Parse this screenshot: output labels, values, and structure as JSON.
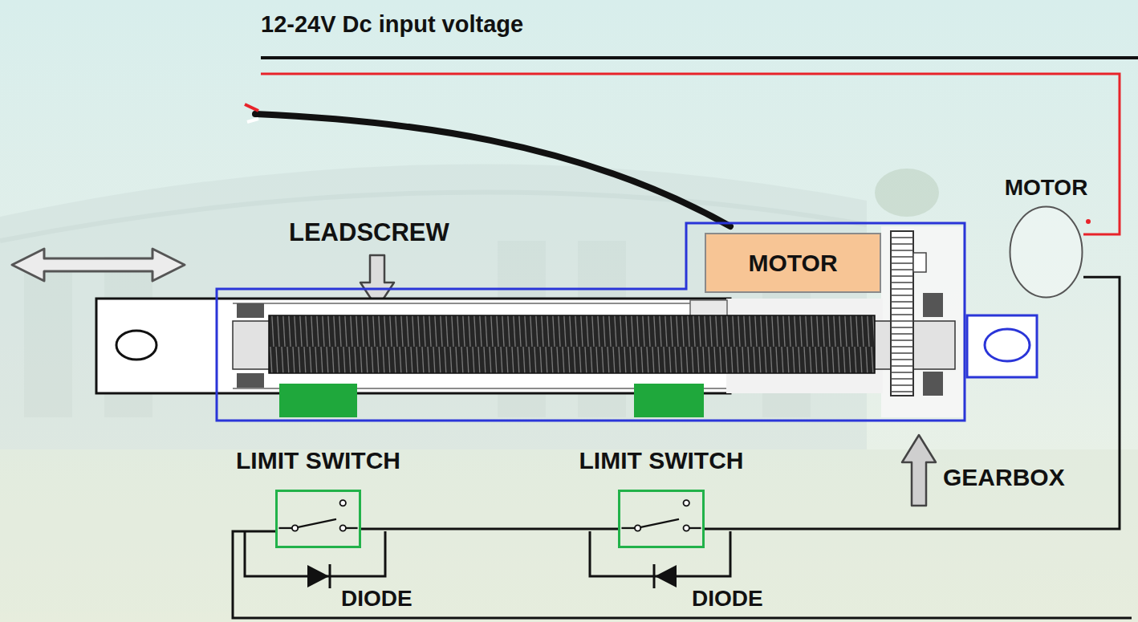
{
  "diagram": {
    "nodes": [
      {
        "text": [
          "MOTOR"
        ]
      },
      {
        "text": [
          "MOTOR"
        ]
      },
      {
        "text": [
          "LIMIT SWITCH"
        ]
      },
      {
        "text": [
          "LIMIT SWITCH"
        ]
      }
    ],
    "edges": [
      {
        "from": 0,
        "to": 3,
        "arrow": "none"
      },
      {
        "from": 3,
        "to": 2,
        "arrow": "none"
      }
    ],
    "labels": [
      "12-24V Dc input voltage",
      "LEADSCREW",
      "GEARBOX",
      "DIODE",
      "DIODE"
    ]
  }
}
